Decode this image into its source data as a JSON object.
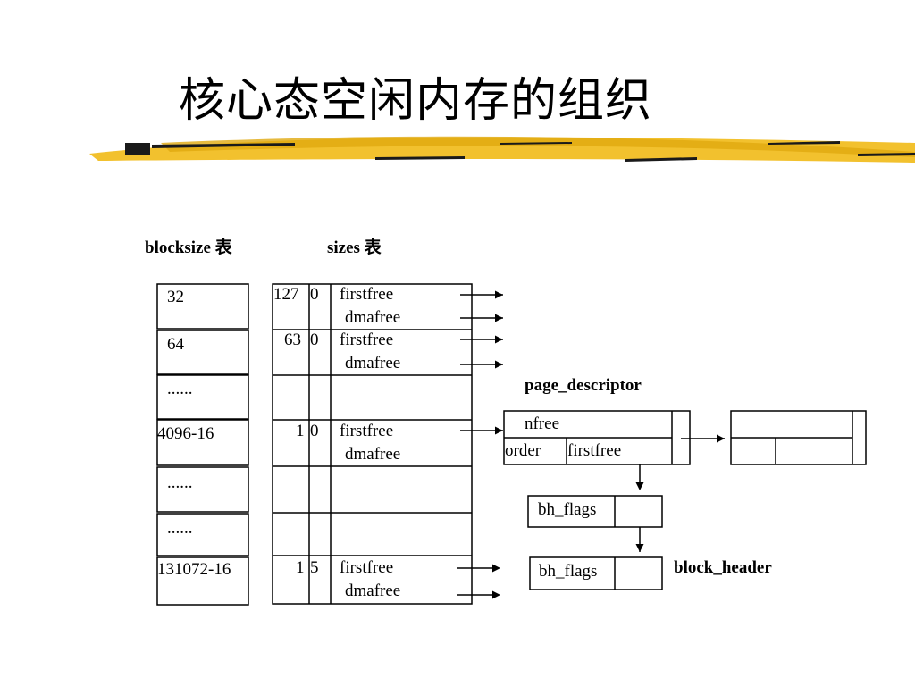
{
  "title": "核心态空闲内存的组织",
  "headers": {
    "blocksize": "blocksize 表",
    "sizes": "sizes 表",
    "page_descriptor": "page_descriptor",
    "block_header": "block_header"
  },
  "blocksize_table": [
    "32",
    "64",
    "......",
    "4096-16",
    "......",
    "......",
    "131072-16"
  ],
  "sizes_table": [
    {
      "count": "127",
      "order": "0",
      "firstfree": "firstfree",
      "dmafree": "dmafree"
    },
    {
      "count": "63",
      "order": "0",
      "firstfree": "firstfree",
      "dmafree": "dmafree"
    },
    {
      "count": "",
      "order": "",
      "firstfree": "",
      "dmafree": ""
    },
    {
      "count": "1",
      "order": "0",
      "firstfree": "firstfree",
      "dmafree": "dmafree"
    },
    {
      "count": "",
      "order": "",
      "firstfree": "",
      "dmafree": ""
    },
    {
      "count": "",
      "order": "",
      "firstfree": "",
      "dmafree": ""
    },
    {
      "count": "1",
      "order": "5",
      "firstfree": "firstfree",
      "dmafree": "dmafree"
    }
  ],
  "page_descriptor": {
    "nfree": "nfree",
    "order": "order",
    "firstfree": "firstfree"
  },
  "bh_flags": [
    "bh_flags",
    "bh_flags"
  ],
  "colors": {
    "brush_yellow": "#f2c12e",
    "brush_dark": "#1a1a1a"
  }
}
